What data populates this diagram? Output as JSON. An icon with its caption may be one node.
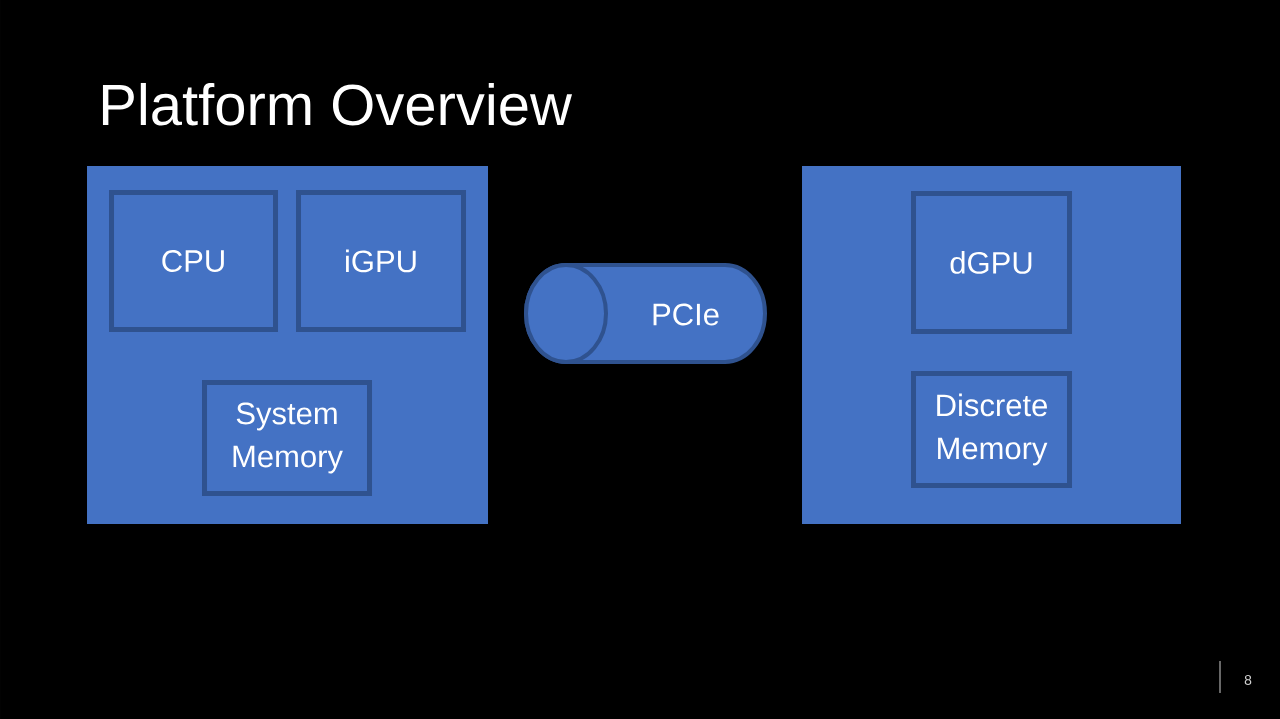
{
  "diagram": {
    "title": "Platform Overview",
    "nodes": [
      {
        "text": [],
        "shape": "box"
      },
      {
        "text": [
          "CPU"
        ],
        "in": 0
      },
      {
        "text": [
          "iGPU"
        ],
        "in": 0
      },
      {
        "text": [
          "System Memory"
        ],
        "in": 0
      },
      {
        "text": [
          "PCIe"
        ]
      },
      {
        "text": [],
        "shape": "box"
      },
      {
        "text": [
          "dGPU"
        ],
        "in": 5
      },
      {
        "text": [
          "Discrete Memory"
        ],
        "in": 5
      }
    ],
    "labels": [
      "8"
    ]
  }
}
